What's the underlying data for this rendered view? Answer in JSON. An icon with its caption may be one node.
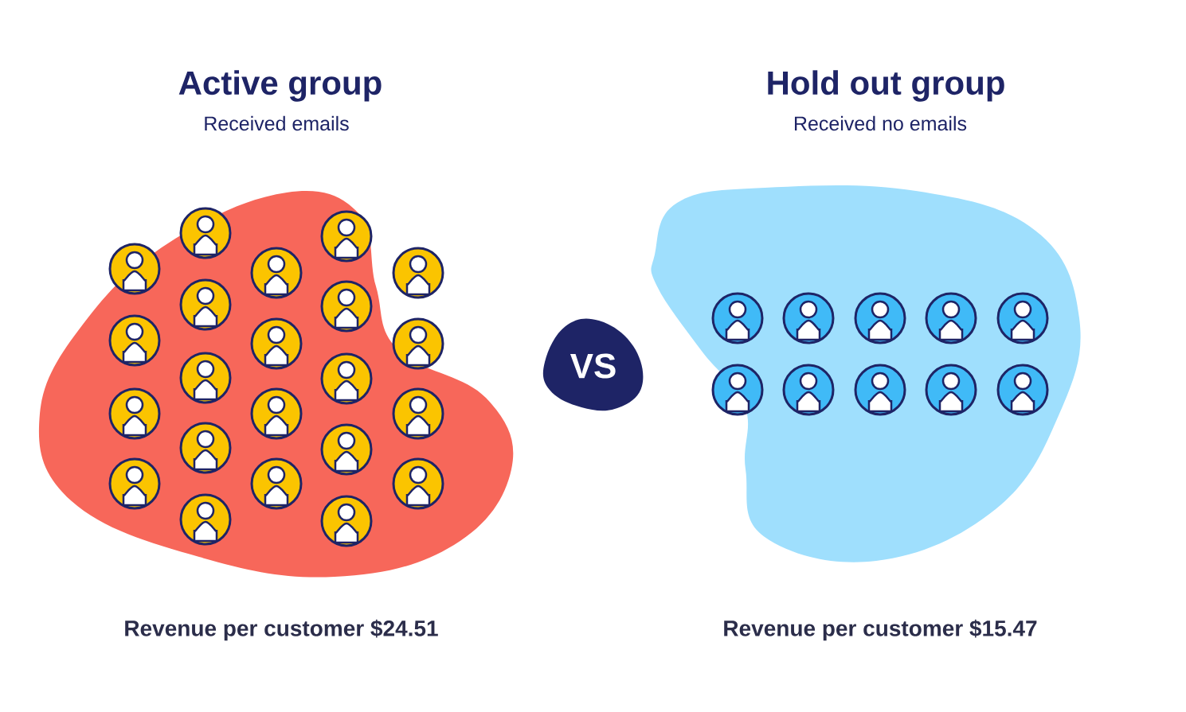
{
  "diagram": {
    "nodes": [
      {
        "text": [
          "Active group",
          "Received emails"
        ],
        "beside": [
          "Revenue per customer $24.51"
        ]
      },
      {
        "text": [],
        "shape": "person",
        "in": 0
      },
      {
        "text": [],
        "shape": "person",
        "in": 0
      },
      {
        "text": [],
        "shape": "person",
        "in": 0
      },
      {
        "text": [],
        "shape": "person",
        "in": 0
      },
      {
        "text": [],
        "shape": "person",
        "in": 0
      },
      {
        "text": [],
        "shape": "person",
        "in": 0
      },
      {
        "text": [],
        "shape": "person",
        "in": 0
      },
      {
        "text": [],
        "shape": "person",
        "in": 0
      },
      {
        "text": [],
        "shape": "person",
        "in": 0
      },
      {
        "text": [],
        "shape": "person",
        "in": 0
      },
      {
        "text": [],
        "shape": "person",
        "in": 0
      },
      {
        "text": [],
        "shape": "person",
        "in": 0
      },
      {
        "text": [],
        "shape": "person",
        "in": 0
      },
      {
        "text": [],
        "shape": "person",
        "in": 0
      },
      {
        "text": [],
        "shape": "person",
        "in": 0
      },
      {
        "text": [],
        "shape": "person",
        "in": 0
      },
      {
        "text": [],
        "shape": "person",
        "in": 0
      },
      {
        "text": [],
        "shape": "person",
        "in": 0
      },
      {
        "text": [],
        "shape": "person",
        "in": 0
      },
      {
        "text": [],
        "shape": "person",
        "in": 0
      },
      {
        "text": [],
        "shape": "person",
        "in": 0
      },
      {
        "text": [],
        "shape": "person",
        "in": 0
      },
      {
        "text": [
          "VS"
        ]
      },
      {
        "text": [
          "Hold out group",
          "Received no emails"
        ],
        "beside": [
          "Revenue per customer $15.47"
        ]
      },
      {
        "text": [],
        "shape": "person",
        "in": 24
      },
      {
        "text": [],
        "shape": "person",
        "in": 24
      },
      {
        "text": [],
        "shape": "person",
        "in": 24
      },
      {
        "text": [],
        "shape": "person",
        "in": 24
      },
      {
        "text": [],
        "shape": "person",
        "in": 24
      },
      {
        "text": [],
        "shape": "person",
        "in": 24
      },
      {
        "text": [],
        "shape": "person",
        "in": 24
      },
      {
        "text": [],
        "shape": "person",
        "in": 24
      },
      {
        "text": [],
        "shape": "person",
        "in": 24
      },
      {
        "text": [],
        "shape": "person",
        "in": 24
      }
    ]
  }
}
